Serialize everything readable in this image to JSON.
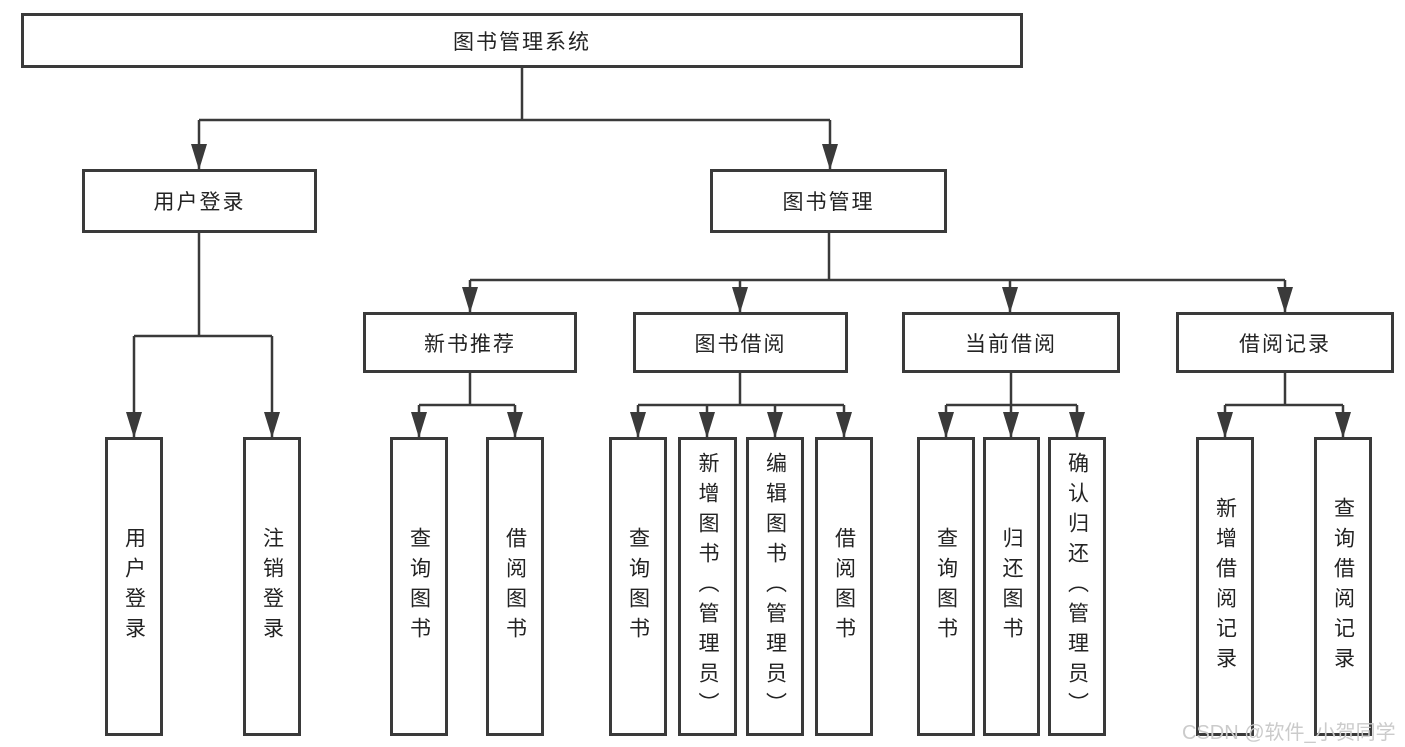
{
  "diagram": {
    "root": "图书管理系统",
    "user_login": {
      "label": "用户登录",
      "leaves": [
        "用户登录",
        "注销登录"
      ]
    },
    "book_management": {
      "label": "图书管理",
      "children": [
        {
          "label": "新书推荐",
          "leaves": [
            "查询图书",
            "借阅图书"
          ]
        },
        {
          "label": "图书借阅",
          "leaves": [
            "查询图书",
            "新增图书（管理员）",
            "编辑图书（管理员）",
            "借阅图书"
          ]
        },
        {
          "label": "当前借阅",
          "leaves": [
            "查询图书",
            "归还图书",
            "确认归还（管理员）"
          ]
        },
        {
          "label": "借阅记录",
          "leaves": [
            "新增借阅记录",
            "查询借阅记录"
          ]
        }
      ]
    }
  },
  "watermark": "CSDN @软件_小贺同学",
  "colors": {
    "line": "#3a3a3a",
    "box_border": "#3a3a3a",
    "text": "#232323",
    "background": "#ffffff",
    "watermark": "#cbcbcb"
  }
}
